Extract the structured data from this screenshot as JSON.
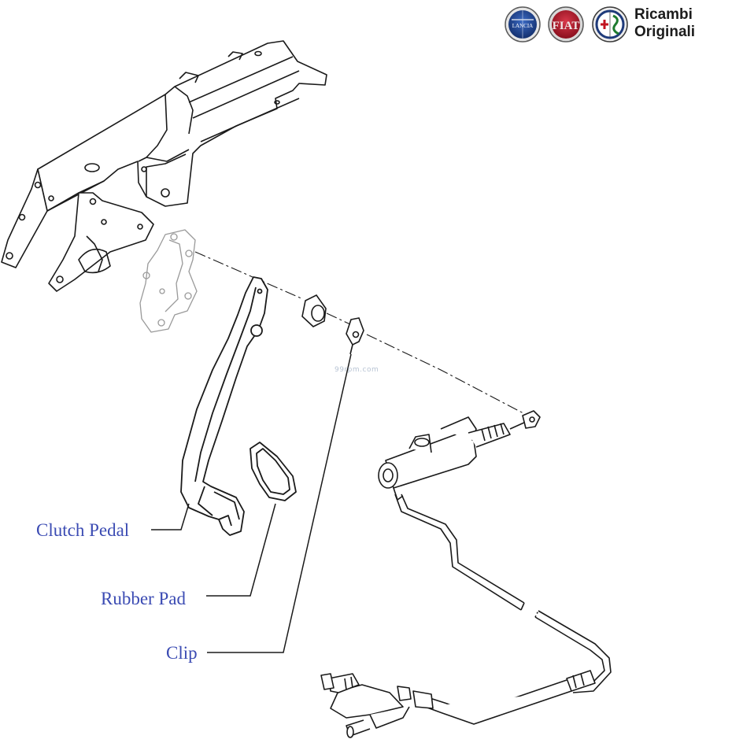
{
  "labels": {
    "clutch_pedal": "Clutch Pedal",
    "rubber_pad": "Rubber Pad",
    "clip": "Clip"
  },
  "brand": {
    "line1": "Ricambi",
    "line2": "Originali",
    "logos": [
      "lancia-logo",
      "fiat-logo",
      "alfa-romeo-logo"
    ]
  },
  "watermark": "99rpm.com",
  "colors": {
    "label_text": "#3b4bb3",
    "line_art": "#1a1a1a",
    "ghost_part": "#9a9a9a",
    "fiat_red": "#b0192b",
    "lancia_blue": "#1d3f8a"
  }
}
